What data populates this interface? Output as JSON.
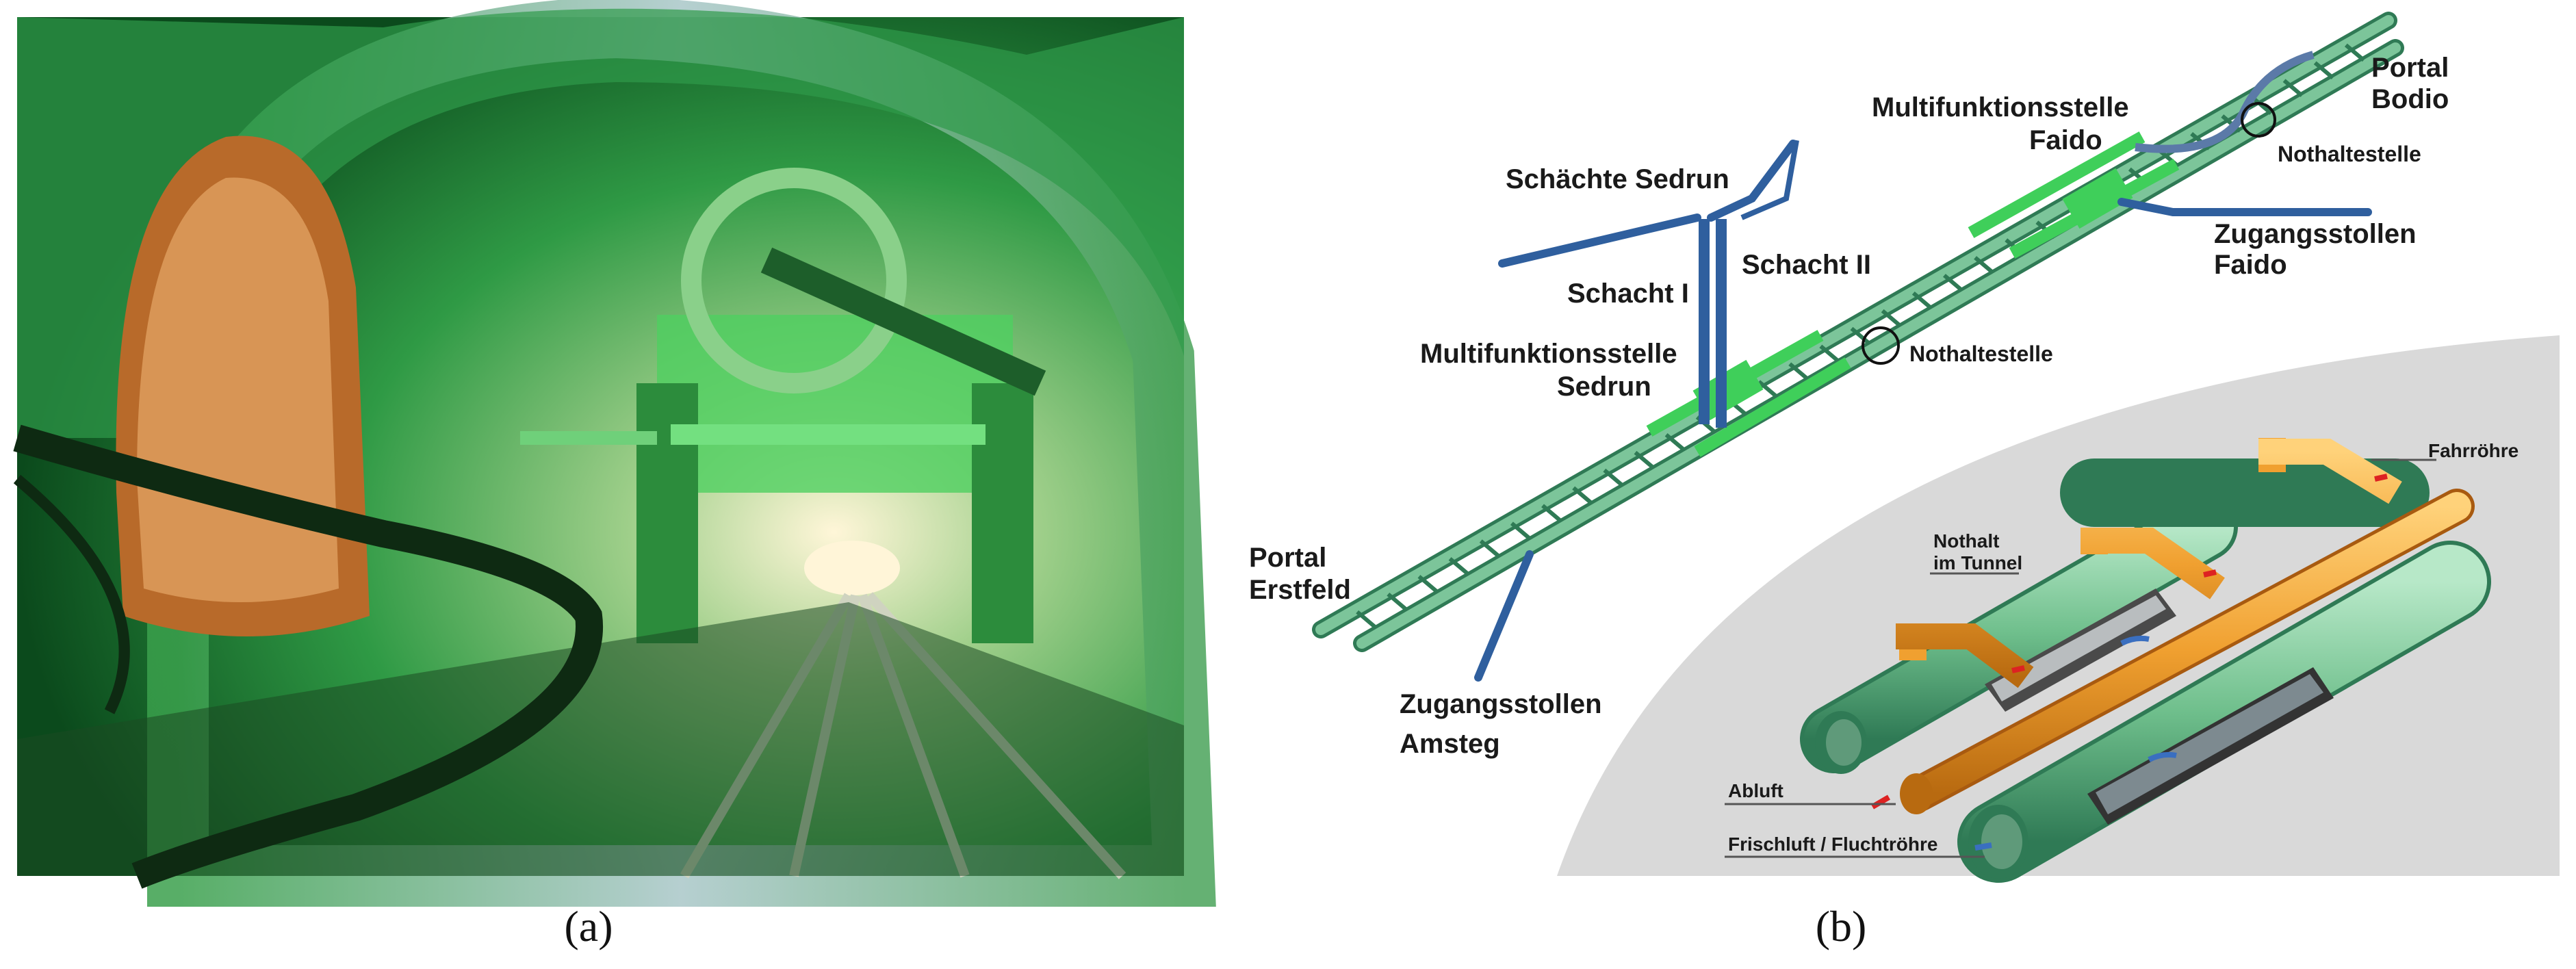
{
  "captions": {
    "a": "(a)",
    "b": "(b)"
  },
  "diagram": {
    "schaechte_sedrun": "Schächte Sedrun",
    "schacht_1": "Schacht I",
    "schacht_2": "Schacht II",
    "mfs_faido_1": "Multifunktionsstelle",
    "mfs_faido_2": "Faido",
    "portal_bodio_1": "Portal",
    "portal_bodio_2": "Bodio",
    "nothaltestelle_faido": "Nothaltestelle",
    "zugang_faido_1": "Zugangsstollen",
    "zugang_faido_2": "Faido",
    "mfs_sedrun_1": "Multifunktionsstelle",
    "mfs_sedrun_2": "Sedrun",
    "nothaltestelle_sedrun": "Nothaltestelle",
    "portal_erstfeld_1": "Portal",
    "portal_erstfeld_2": "Erstfeld",
    "zugang_amsteg_1": "Zugangsstollen",
    "zugang_amsteg_2": "Amsteg"
  },
  "inset": {
    "fahrroehre": "Fahrröhre",
    "nothalt_1": "Nothalt",
    "nothalt_2": "im Tunnel",
    "abluft": "Abluft",
    "frischluft": "Frischluft / Fluchtröhre"
  },
  "colors": {
    "tube_green": "#7cc59a",
    "tube_green_dark": "#2f7a55",
    "highlight_green": "#3fcf5a",
    "shaft_blue": "#2f5f9e",
    "duct_orange": "#f0a030",
    "inset_bg": "#d6d6d6",
    "photo_green": "#1f8a3a"
  }
}
